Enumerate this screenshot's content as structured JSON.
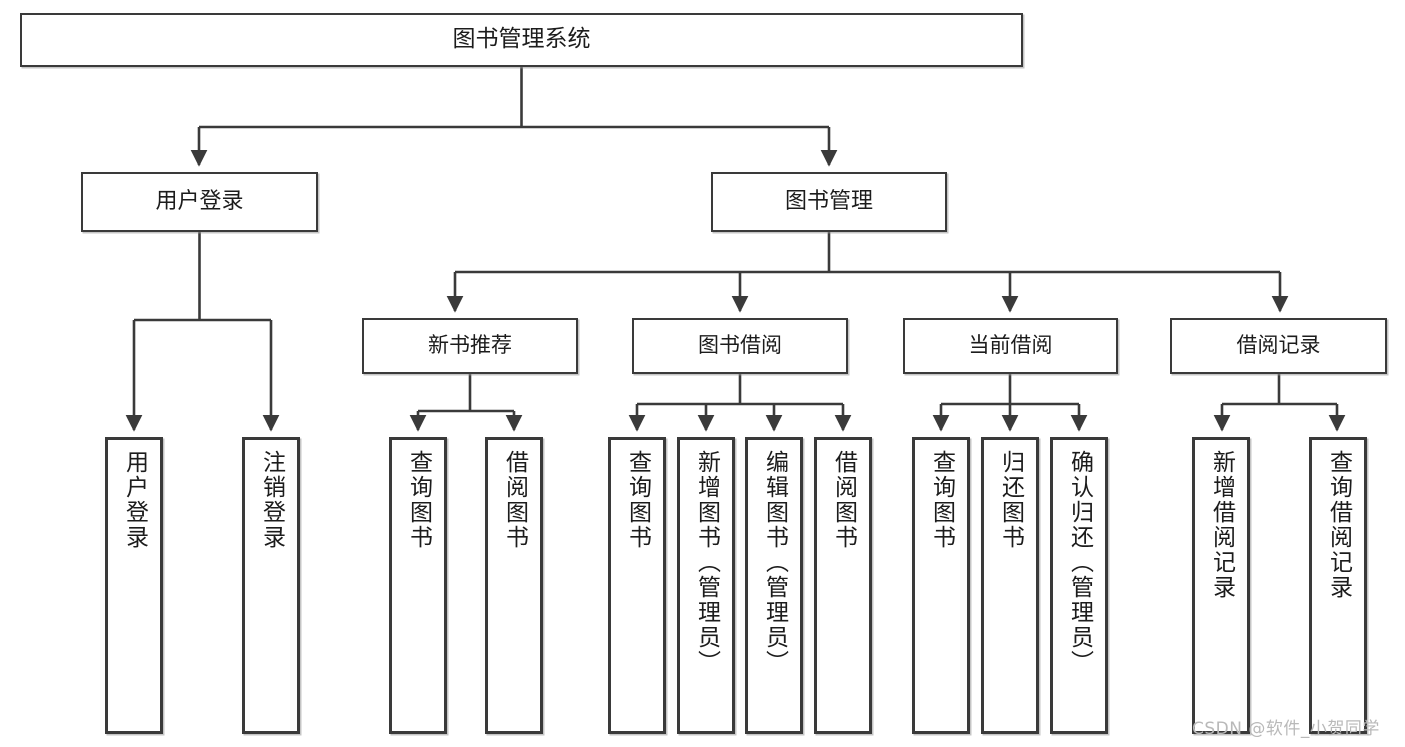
{
  "diagram": {
    "title": "图书管理系统",
    "type": "hierarchy-tree",
    "watermark": "CSDN @软件_小贺同学",
    "colors": {
      "box_border": "#3a3a3a",
      "box_fill": "#ffffff",
      "connector": "#3a3a3a",
      "text": "#1c1c1c",
      "watermark": "#b9b9b9"
    }
  },
  "nodes": {
    "root": {
      "label": "图书管理系统"
    },
    "level2": [
      {
        "id": "user-login",
        "label": "用户登录"
      },
      {
        "id": "book-manage",
        "label": "图书管理"
      }
    ],
    "level3": [
      {
        "id": "new-book-recommend",
        "label": "新书推荐"
      },
      {
        "id": "book-borrow",
        "label": "图书借阅"
      },
      {
        "id": "current-borrow",
        "label": "当前借阅"
      },
      {
        "id": "borrow-record",
        "label": "借阅记录"
      }
    ],
    "leaves": {
      "user_login": [
        {
          "id": "leaf-user-login",
          "label": "用户登录"
        },
        {
          "id": "leaf-user-logout",
          "label": "注销登录"
        }
      ],
      "new_book_recommend": [
        {
          "id": "leaf-query-book-1",
          "label": "查询图书"
        },
        {
          "id": "leaf-borrow-book-1",
          "label": "借阅图书"
        }
      ],
      "book_borrow": [
        {
          "id": "leaf-query-book-2",
          "label": "查询图书"
        },
        {
          "id": "leaf-add-book",
          "label": "新增图书（管理员）"
        },
        {
          "id": "leaf-edit-book",
          "label": "编辑图书（管理员）"
        },
        {
          "id": "leaf-borrow-book-2",
          "label": "借阅图书"
        }
      ],
      "current_borrow": [
        {
          "id": "leaf-query-book-3",
          "label": "查询图书"
        },
        {
          "id": "leaf-return-book",
          "label": "归还图书"
        },
        {
          "id": "leaf-confirm-return",
          "label": "确认归还（管理员）"
        }
      ],
      "borrow_record": [
        {
          "id": "leaf-add-record",
          "label": "新增借阅记录"
        },
        {
          "id": "leaf-query-record",
          "label": "查询借阅记录"
        }
      ]
    }
  },
  "chart_data": {
    "type": "table",
    "title": "图书管理系统 功能结构图",
    "hierarchy": [
      {
        "level": 1,
        "label": "图书管理系统",
        "children": [
          {
            "level": 2,
            "label": "用户登录",
            "children": [
              {
                "level": 3,
                "label": "用户登录"
              },
              {
                "level": 3,
                "label": "注销登录"
              }
            ]
          },
          {
            "level": 2,
            "label": "图书管理",
            "children": [
              {
                "level": 3,
                "label": "新书推荐",
                "children": [
                  {
                    "level": 4,
                    "label": "查询图书"
                  },
                  {
                    "level": 4,
                    "label": "借阅图书"
                  }
                ]
              },
              {
                "level": 3,
                "label": "图书借阅",
                "children": [
                  {
                    "level": 4,
                    "label": "查询图书"
                  },
                  {
                    "level": 4,
                    "label": "新增图书（管理员）"
                  },
                  {
                    "level": 4,
                    "label": "编辑图书（管理员）"
                  },
                  {
                    "level": 4,
                    "label": "借阅图书"
                  }
                ]
              },
              {
                "level": 3,
                "label": "当前借阅",
                "children": [
                  {
                    "level": 4,
                    "label": "查询图书"
                  },
                  {
                    "level": 4,
                    "label": "归还图书"
                  },
                  {
                    "level": 4,
                    "label": "确认归还（管理员）"
                  }
                ]
              },
              {
                "level": 3,
                "label": "借阅记录",
                "children": [
                  {
                    "level": 4,
                    "label": "新增借阅记录"
                  },
                  {
                    "level": 4,
                    "label": "查询借阅记录"
                  }
                ]
              }
            ]
          }
        ]
      }
    ]
  }
}
